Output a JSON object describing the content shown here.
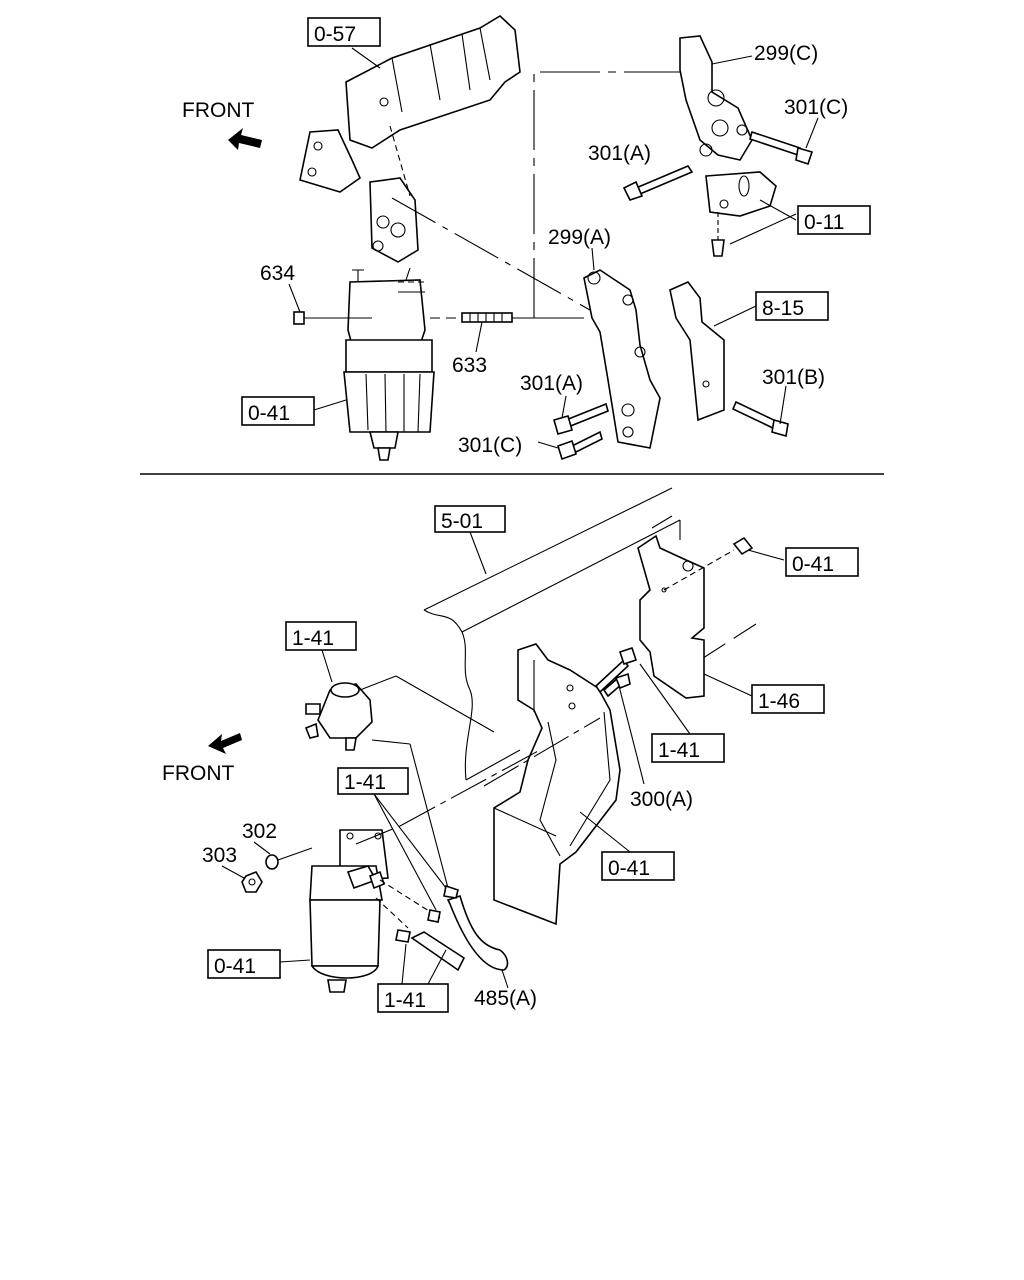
{
  "top": {
    "front_label": "FRONT",
    "refs": {
      "r057": "0-57",
      "r011": "0-11",
      "r815": "8-15",
      "r041": "0-41"
    },
    "parts": {
      "p299c": "299(C)",
      "p301c_top": "301(C)",
      "p301a_top": "301(A)",
      "p299a": "299(A)",
      "p634": "634",
      "p633": "633",
      "p301a": "301(A)",
      "p301b": "301(B)",
      "p301c": "301(C)"
    }
  },
  "bottom": {
    "front_label": "FRONT",
    "refs": {
      "r501": "5-01",
      "r041_a": "0-41",
      "r141_a": "1-41",
      "r146": "1-46",
      "r141_b": "1-41",
      "r141_c": "1-41",
      "r041_b": "0-41",
      "r041_c": "0-41",
      "r141_d": "1-41"
    },
    "parts": {
      "p300a": "300(A)",
      "p302": "302",
      "p303": "303",
      "p485a": "485(A)"
    }
  }
}
